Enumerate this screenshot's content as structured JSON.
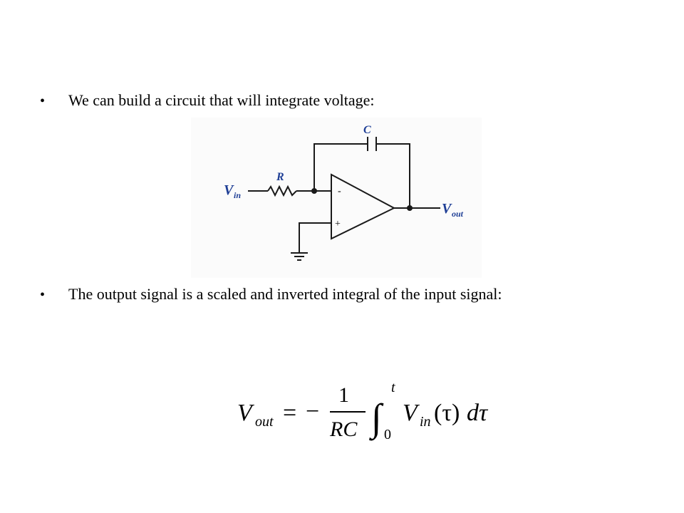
{
  "bullets": [
    {
      "marker": "•",
      "text": "We can build a circuit that will integrate voltage:"
    },
    {
      "marker": "•",
      "text": "The output signal is a scaled and inverted integral of the input signal:"
    }
  ],
  "circuit": {
    "capacitor_label": "C",
    "resistor_label": "R",
    "input_label": "V",
    "input_sub": "in",
    "output_label": "V",
    "output_sub": "out",
    "minus_sign": "-",
    "plus_sign": "+",
    "label_color": "#1f3f96"
  },
  "formula": {
    "lhs": "V",
    "lhs_sub": "out",
    "equals": "=",
    "minus": "−",
    "numerator": "1",
    "denominator": "RC",
    "integral": "∫",
    "upper_limit": "t",
    "lower_limit": "0",
    "integrand": "V",
    "integrand_sub": "in",
    "argument": "(τ)",
    "differential": "dτ"
  }
}
